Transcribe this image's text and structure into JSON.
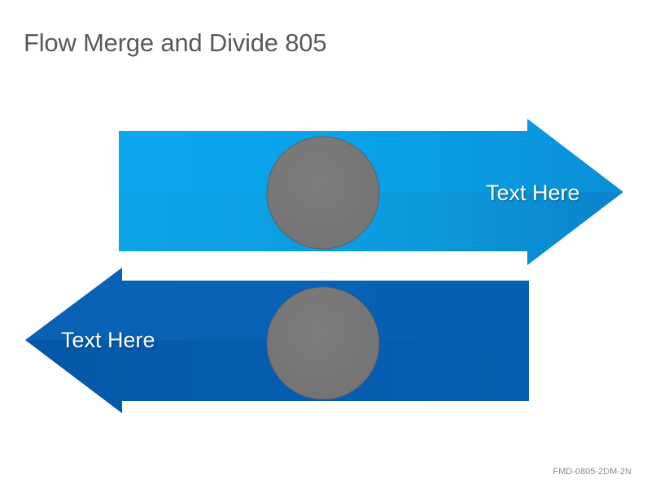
{
  "title": "Flow Merge and Divide 805",
  "diagram": {
    "arrows": [
      {
        "direction": "right",
        "label": "Text Here",
        "color": "#0aa3e8"
      },
      {
        "direction": "left",
        "label": "Text Here",
        "color": "#0561b3"
      }
    ],
    "circle_color": "#797979"
  },
  "footer": {
    "code": "FMD-0805-2DM-2N"
  }
}
